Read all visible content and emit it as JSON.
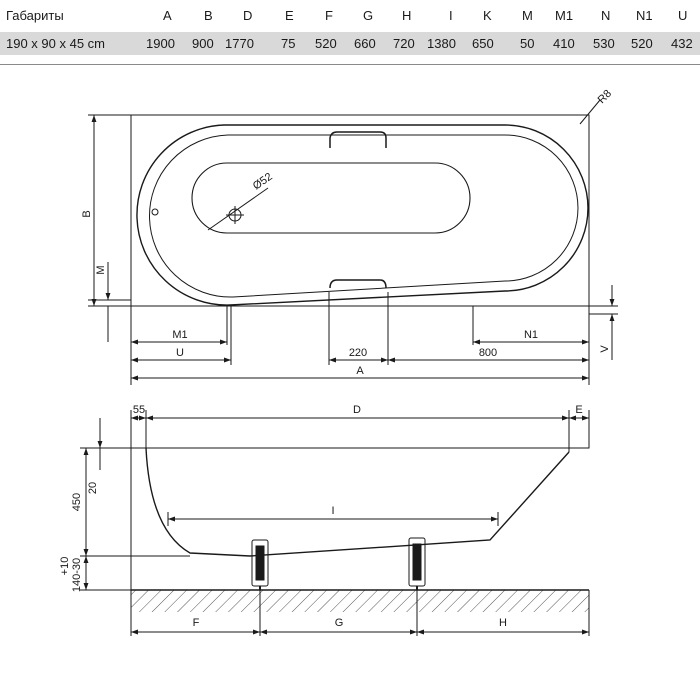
{
  "table": {
    "label_header": "Габариты",
    "columns": [
      "A",
      "B",
      "D",
      "E",
      "F",
      "G",
      "H",
      "I",
      "K",
      "M",
      "M1",
      "N",
      "N1",
      "U"
    ],
    "row_label": "190 x 90 x 45 cm",
    "values": [
      "1900",
      "900",
      "1770",
      "75",
      "520",
      "660",
      "720",
      "1380",
      "650",
      "50",
      "410",
      "530",
      "520",
      "432"
    ]
  },
  "top_view": {
    "dim_A": "A",
    "dim_B": "B",
    "dim_M": "M",
    "dim_M1": "M1",
    "dim_U": "U",
    "dim_N1": "N1",
    "dim_V": "V",
    "dim_220": "220",
    "dim_800": "800",
    "drain": "Ø52",
    "radius": "R8"
  },
  "side_view": {
    "dim_55": "55",
    "dim_D": "D",
    "dim_E": "E",
    "dim_I": "I",
    "dim_F": "F",
    "dim_G": "G",
    "dim_H": "H",
    "dim_20": "20",
    "dim_450": "450",
    "dim_plus10": "+10",
    "dim_range": "140-30"
  }
}
